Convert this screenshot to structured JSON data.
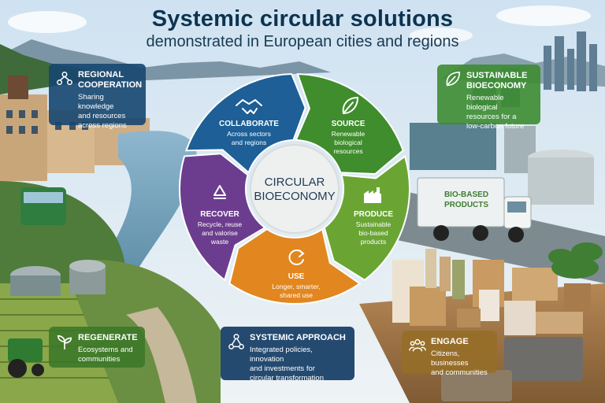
{
  "header": {
    "title": "Systemic circular solutions",
    "subtitle": "demonstrated in European cities and regions"
  },
  "cards": {
    "regional": {
      "title_line1": "REGIONAL",
      "title_line2": "COOPERATION",
      "text_line1": "Sharing knowledge",
      "text_line2": "and resources",
      "text_line3": "across regions"
    },
    "sustainable": {
      "title_line1": "SUSTAINABLE",
      "title_line2": "BIOECONOMY",
      "text_line1": "Renewable biological",
      "text_line2": "resources for a",
      "text_line3": "low-carbon future"
    },
    "regenerate": {
      "title": "REGENERATE",
      "text_line1": "Ecosystems and",
      "text_line2": "communities"
    },
    "systemic": {
      "title": "SYSTEMIC APPROACH",
      "text_line1": "Integrated policies, innovation",
      "text_line2": "and investments for",
      "text_line3": "circular transformation"
    },
    "engage": {
      "title": "ENGAGE",
      "text_line1": "Citizens, businesses",
      "text_line2": "and communities"
    }
  },
  "cycle": {
    "center_line1": "CIRCULAR",
    "center_line2": "BIOECONOMY",
    "collaborate": {
      "title": "COLLABORATE",
      "line1": "Across sectors",
      "line2": "and regions"
    },
    "source": {
      "title": "SOURCE",
      "line1": "Renewable",
      "line2": "biological",
      "line3": "resources"
    },
    "produce": {
      "title": "PRODUCE",
      "line1": "Sustainable",
      "line2": "bio-based",
      "line3": "products"
    },
    "use": {
      "title": "USE",
      "line1": "Longer, smarter,",
      "line2": "shared use"
    },
    "recover": {
      "title": "RECOVER",
      "line1": "Recycle, reuse",
      "line2": "and valorise",
      "line3": "waste"
    }
  },
  "truck": {
    "label_line1": "BIO-BASED",
    "label_line2": "PRODUCTS"
  },
  "colors": {
    "collaborate": "#1d5f96",
    "source": "#3f8d2c",
    "produce": "#6aa534",
    "use": "#e2861f",
    "recover": "#6c3d8e",
    "title": "#0d3350"
  }
}
